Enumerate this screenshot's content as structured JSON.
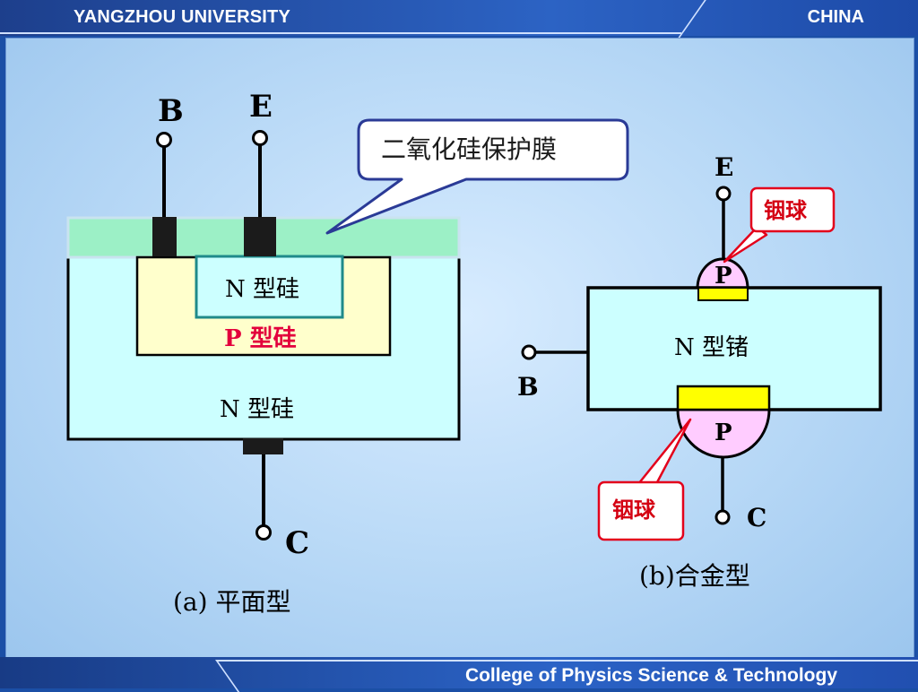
{
  "header": {
    "left": "YANGZHOU UNIVERSITY",
    "right": "CHINA"
  },
  "footer": {
    "text": "College of Physics Science & Technology"
  },
  "diagram_a": {
    "terminal_b": "B",
    "terminal_e": "E",
    "terminal_c": "C",
    "callout": "二氧化硅保护膜",
    "n_inner": "N 型硅",
    "p_layer": "P 型硅",
    "n_outer": "N 型硅",
    "caption": "(a) 平面型"
  },
  "diagram_b": {
    "terminal_e": "E",
    "terminal_b": "B",
    "terminal_c": "C",
    "p_top": "P",
    "p_bottom": "P",
    "n_body": "N 型锗",
    "indium_top": "铟球",
    "indium_bottom": "铟球",
    "caption": "(b)合金型"
  },
  "colors": {
    "oxide": "#9cf0c6",
    "n_region": "#ccffff",
    "p_region": "#ffffcc",
    "p_ball": "#ffccff",
    "yellow_band": "#ffff00",
    "callout_border": "#2a3a96",
    "red_label": "#e3003c",
    "red_box": "#e3001b"
  }
}
